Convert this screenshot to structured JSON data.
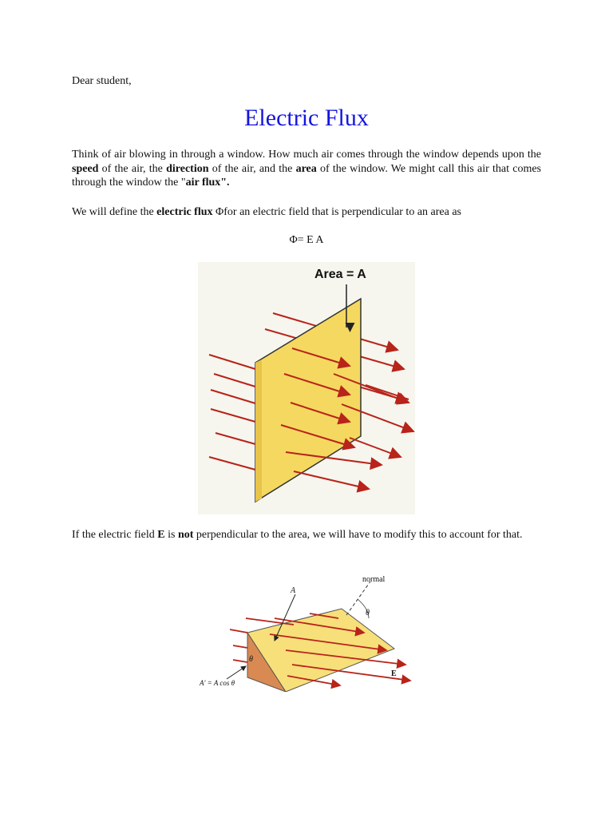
{
  "salutation": "Dear student,",
  "title": "Electric Flux",
  "paragraph1": {
    "t1": "Think of air blowing in through a window. How much air comes through the window depends upon the ",
    "b1": "speed",
    "t2": " of the air, the ",
    "b2": "direction",
    "t3": " of the air, and the ",
    "b3": "area",
    "t4": " of the window. We might call this air that comes through the window the \"",
    "b4": "air flux\"."
  },
  "paragraph2": {
    "t1": "We will define the ",
    "b1": "electric flux",
    "symbol": "Φ",
    "t2": "for an electric field that is perpendicular to an area as"
  },
  "formula": "Φ= E A",
  "figure1": {
    "label": "Area = A"
  },
  "paragraph3": {
    "t1": "If the electric field ",
    "b1": "E",
    "t2": " is ",
    "b2": "not",
    "t3": " perpendicular to the area, we will have to modify this to account for that."
  },
  "figure2": {
    "normal_label": "normal",
    "area_label": "A",
    "theta_top": "θ",
    "theta_side": "θ",
    "field_label": "E",
    "projection_label": "A' = A cos θ"
  },
  "colors": {
    "title": "#1414e0",
    "arrow": "#b8231a",
    "plate": "#f5d860"
  }
}
